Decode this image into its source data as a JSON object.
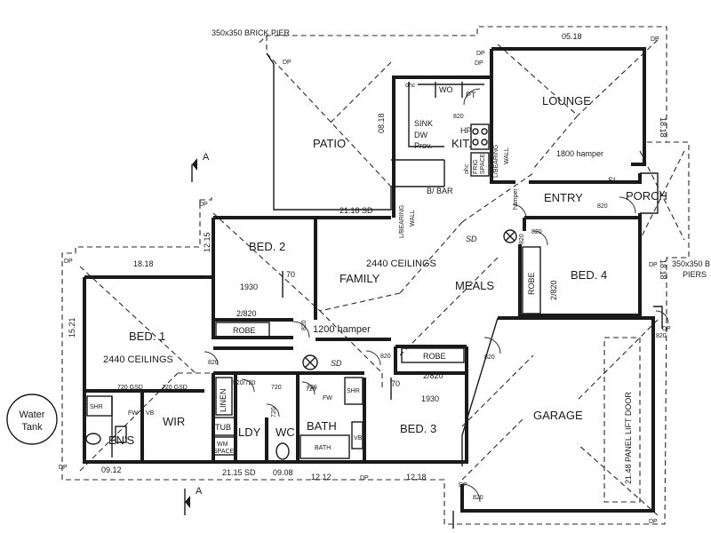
{
  "rooms": {
    "patio": "PATIO",
    "lounge": "LOUNGE",
    "kitchen": "KIT.",
    "entry": "ENTRY",
    "porch": "PORCH",
    "bed2": "BED. 2",
    "family": "FAMILY",
    "meals": "MEALS",
    "bed4": "BED. 4",
    "bed1": "BED. 1",
    "garage": "GARAGE",
    "bed3": "BED. 3",
    "bath": "BATH",
    "wir": "WIR",
    "ens": "EN'S",
    "ldy": "LDY",
    "wc": "WC"
  },
  "labels": {
    "brick_pier_top": "350x350 BRICK PIER",
    "brick_piers_right": "350x350 B",
    "brick_piers_right2": "PIERS",
    "ceilings_family": "2440 CEILINGS",
    "ceilings_bed1": "2440 CEILINGS",
    "hamper_lounge": "1800 hamper",
    "hamper_bed1": "1200 hamper",
    "hamper_vert": "hamper",
    "robe_bed2": "ROBE",
    "robe_bed3": "ROBE",
    "robe_bed4": "ROBE",
    "robe_bed2_size": "2/820",
    "robe_bed3_size": "2/820",
    "robe_bed4_size": "2/820",
    "bed2_w": "1930",
    "bed2_h": "70",
    "bed3_w": "1930",
    "bed3_h": "70",
    "bearing_wall_1": "L/BEARING",
    "bearing_wall_1b": "WALL",
    "bearing_wall_2": "L/BEARING",
    "bearing_wall_2b": "WALL",
    "sink": "SINK",
    "dw": "DW",
    "prov": "Prov.",
    "bbar": "B/ BAR",
    "ohc1": "ohc",
    "wo": "WO",
    "pt": "PT",
    "hp": "HP",
    "ohc2": "ohc",
    "fridge": "FRIG",
    "space": "SPACE",
    "sl": "SL",
    "linen": "LINEN",
    "tub": "TUB",
    "wm": "WM",
    "wm_space": "SPACE",
    "shr1": "SHR",
    "shr2": "SHR",
    "fw1": "FW",
    "fw2": "FW",
    "vb1": "VB",
    "vb2": "VB",
    "bath_small": "BATH",
    "gsd1": "720 GSD",
    "gsd2": "720 GSD",
    "d720a": "720",
    "d720b": "720",
    "d720c": "720",
    "d720d": "720",
    "d820a": "820",
    "d820b": "820",
    "d820c": "820",
    "d820d": "820",
    "d820e": "820",
    "d820f": "820",
    "d820g": "820",
    "d820h": "820",
    "d820i": "820",
    "d820j": "820",
    "d520": "520/720",
    "garage_door": "21.48 PANEL LIFT DOOR",
    "water_tank_1": "Water",
    "water_tank_2": "Tank",
    "section_a1": "A",
    "section_a2": "A",
    "sd_mark1": "SD",
    "sd_mark2": "SD"
  },
  "dims": {
    "top_right": "05.18",
    "right_upper": "18.18",
    "kitchen_side": "08.18",
    "patio_bottom": "21.18 SD",
    "left_mid": "12.15",
    "bed1_top": "18.18",
    "bed1_left": "15.21",
    "bottom_1": "09.12",
    "bottom_2": "21.15 SD",
    "bottom_3": "09.08",
    "bottom_4": "12.12",
    "bottom_5": "12.18",
    "right_mid": "18.18"
  },
  "dp": {
    "dp1": "DP",
    "dp2": "DP",
    "dp3": "DP",
    "dp4": "DP",
    "dp5": "DP",
    "dp6": "DP",
    "dp7": "DP",
    "dp8": "DP",
    "dp9": "DP",
    "dp10": "DP",
    "dp11": "DP",
    "dp12": "DP"
  }
}
